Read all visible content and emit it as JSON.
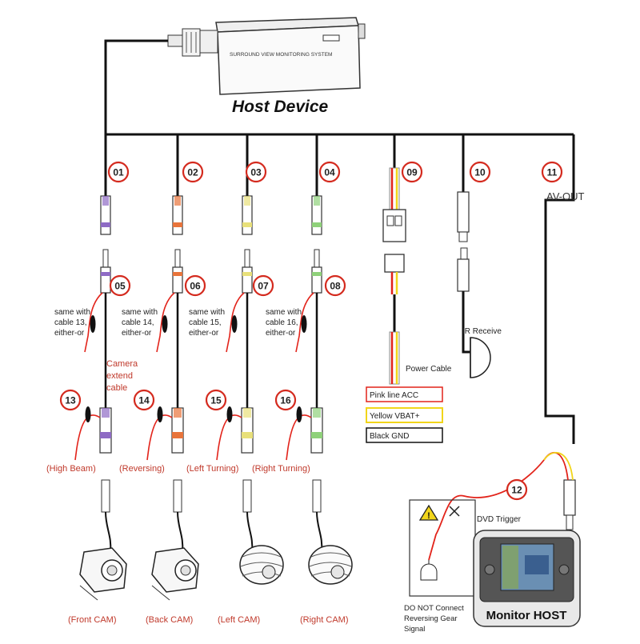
{
  "host": {
    "title": "Host Device",
    "panel_text": "SURROUND VIEW MONITORING SYSTEM"
  },
  "markers": [
    {
      "n": "01"
    },
    {
      "n": "02"
    },
    {
      "n": "03"
    },
    {
      "n": "04"
    },
    {
      "n": "05"
    },
    {
      "n": "06"
    },
    {
      "n": "07"
    },
    {
      "n": "08"
    },
    {
      "n": "09"
    },
    {
      "n": "10"
    },
    {
      "n": "11"
    },
    {
      "n": "12"
    },
    {
      "n": "13"
    },
    {
      "n": "14"
    },
    {
      "n": "15"
    },
    {
      "n": "16"
    }
  ],
  "labels": {
    "av_out": "AV-OUT",
    "same_13": [
      "same with",
      "cable 13,",
      "either-or"
    ],
    "same_14": [
      "same with",
      "cable 14,",
      "either-or"
    ],
    "same_15": [
      "same with",
      "cable 15,",
      "either-or"
    ],
    "same_16": [
      "same with",
      "cable 16,",
      "either-or"
    ],
    "camera_extend": [
      "Camera",
      "extend",
      "cable"
    ],
    "ir_receive": "IR Receive",
    "power_cable": "Power Cable",
    "pink_acc": "Pink line ACC",
    "yellow_vbat": "Yellow VBAT+",
    "black_gnd": "Black GND",
    "dvd_trigger": "DVD Trigger",
    "do_not": [
      "DO NOT Connect",
      "Reversing Gear",
      "Signal"
    ],
    "monitor_host": "Monitor  HOST",
    "high_beam": "(High Beam)",
    "reversing": "(Reversing)",
    "left_turning": "(Left Turning)",
    "right_turning": "(Right Turning)",
    "front_cam": "(Front CAM)",
    "back_cam": "(Back CAM)",
    "left_cam": "(Left CAM)",
    "right_cam": "(Right CAM)"
  },
  "colors": {
    "purple": "#8e6bc4",
    "orange": "#e8743b",
    "yellow": "#e8e07a",
    "green": "#8fd17a",
    "red_marker": "#d42a1e",
    "label_red": "#c0392b"
  }
}
